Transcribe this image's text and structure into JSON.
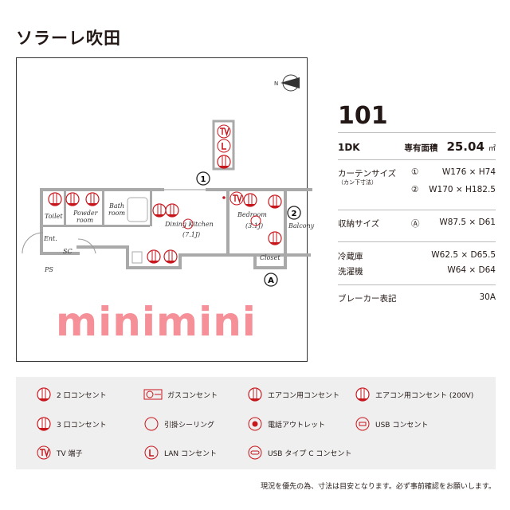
{
  "title": "ソラーレ吹田",
  "plan": {
    "rooms": {
      "toilet": "Toilet",
      "powder": "Powder",
      "powder2": "room",
      "bath": "Bath",
      "bath2": "room",
      "dk": "Dining Kitchen",
      "dk_size": "(7.1J)",
      "bedroom": "Bedroom",
      "bed_size": "(3.1J)",
      "balcony": "Balcony",
      "closet": "Closet",
      "ent": "Ent.",
      "sc": "SC",
      "ps": "PS"
    },
    "markers": {
      "m1": "1",
      "m2": "2",
      "mA": "A"
    },
    "compass": "N"
  },
  "watermark": "minimini",
  "details": {
    "unit": "101",
    "layout": "1DK",
    "area_label": "専有面積",
    "area_value": "25.04",
    "area_unit": "㎡",
    "curtain_label": "カーテンサイズ",
    "curtain_sub": "（カン下寸法）",
    "curtain": [
      {
        "mark": "①",
        "value": "W176 × H74"
      },
      {
        "mark": "②",
        "value": "W170 × H182.5"
      }
    ],
    "storage_label": "収納サイズ",
    "storage_mark": "Ⓐ",
    "storage_value": "W87.5 × D61",
    "fridge_label": "冷蔵庫",
    "fridge_value": "W62.5 × D65.5",
    "washer_label": "洗濯機",
    "washer_value": "W64 × D64",
    "breaker_label": "ブレーカー表記",
    "breaker_value": "30A"
  },
  "legend": [
    {
      "icon": "outlet-2-icon",
      "label": "2 口コンセント"
    },
    {
      "icon": "gas-outlet-icon",
      "label": "ガスコンセント"
    },
    {
      "icon": "ac-outlet-icon",
      "label": "エアコン用コンセント"
    },
    {
      "icon": "ac-200v-outlet-icon",
      "label": "エアコン用コンセント (200V)"
    },
    {
      "icon": "outlet-3-icon",
      "label": "3 口コンセント"
    },
    {
      "icon": "ceiling-hook-icon",
      "label": "引掛シーリング"
    },
    {
      "icon": "phone-outlet-icon",
      "label": "電話アウトレット"
    },
    {
      "icon": "usb-outlet-icon",
      "label": "USB コンセント"
    },
    {
      "icon": "tv-terminal-icon",
      "label": "TV 端子"
    },
    {
      "icon": "lan-outlet-icon",
      "label": "LAN コンセント"
    },
    {
      "icon": "usb-c-outlet-icon",
      "label": "USB タイプ C コンセント"
    }
  ],
  "note": "現況を優先の為、寸法は目安となります。必ず事前確認をお願いします。",
  "colors": {
    "accent": "#c8161d",
    "wall": "#a9a9a9",
    "legend_bg": "#efefef"
  }
}
